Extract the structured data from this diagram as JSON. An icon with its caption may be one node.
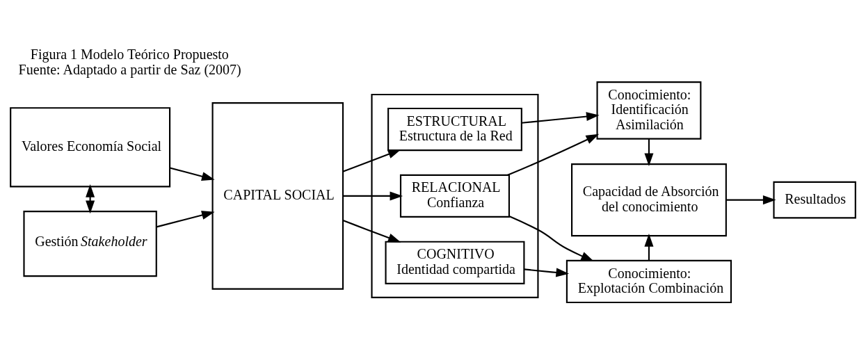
{
  "diagram": {
    "title": "Figura 1 Modelo Teórico Propuesto",
    "caption": "Fuente: Adaptado a partir de Saz (2007)",
    "nodes": [
      {
        "text": [
          "Valores Economía Social"
        ]
      },
      {
        "text": [
          "Gestión *Stakeholder*"
        ]
      },
      {
        "text": [
          "CAPITAL SOCIAL"
        ]
      },
      {
        "text": [],
        "shape": "box"
      },
      {
        "text": [
          "ESTRUCTURAL",
          "Estructura de la Red"
        ],
        "in": 3
      },
      {
        "text": [
          "RELACIONAL",
          "Confianza"
        ],
        "in": 3
      },
      {
        "text": [
          "COGNITIVO",
          "Identidad compartida"
        ],
        "in": 3
      },
      {
        "text": [
          "Conocimiento: Identificación Asimilación"
        ]
      },
      {
        "text": [
          "Capacidad de Absorción del conocimiento"
        ]
      },
      {
        "text": [
          "Conocimiento: Explotación Combinación"
        ]
      },
      {
        "text": [
          "Resultados"
        ]
      }
    ],
    "edges": [
      {
        "from": 0,
        "to": 1,
        "arrow": "both"
      },
      {
        "from": 0,
        "to": 2,
        "arrow": "to"
      },
      {
        "from": 1,
        "to": 2,
        "arrow": "to"
      },
      {
        "from": 2,
        "to": 4,
        "arrow": "to"
      },
      {
        "from": 2,
        "to": 5,
        "arrow": "to"
      },
      {
        "from": 2,
        "to": 6,
        "arrow": "to"
      },
      {
        "from": 4,
        "to": 7,
        "arrow": "to"
      },
      {
        "from": 5,
        "to": 7,
        "arrow": "to"
      },
      {
        "from": 5,
        "to": 9,
        "arrow": "to"
      },
      {
        "from": 6,
        "to": 9,
        "arrow": "to"
      },
      {
        "from": 7,
        "to": 8,
        "arrow": "to"
      },
      {
        "from": 9,
        "to": 8,
        "arrow": "to"
      },
      {
        "from": 8,
        "to": 10,
        "arrow": "to"
      }
    ]
  }
}
